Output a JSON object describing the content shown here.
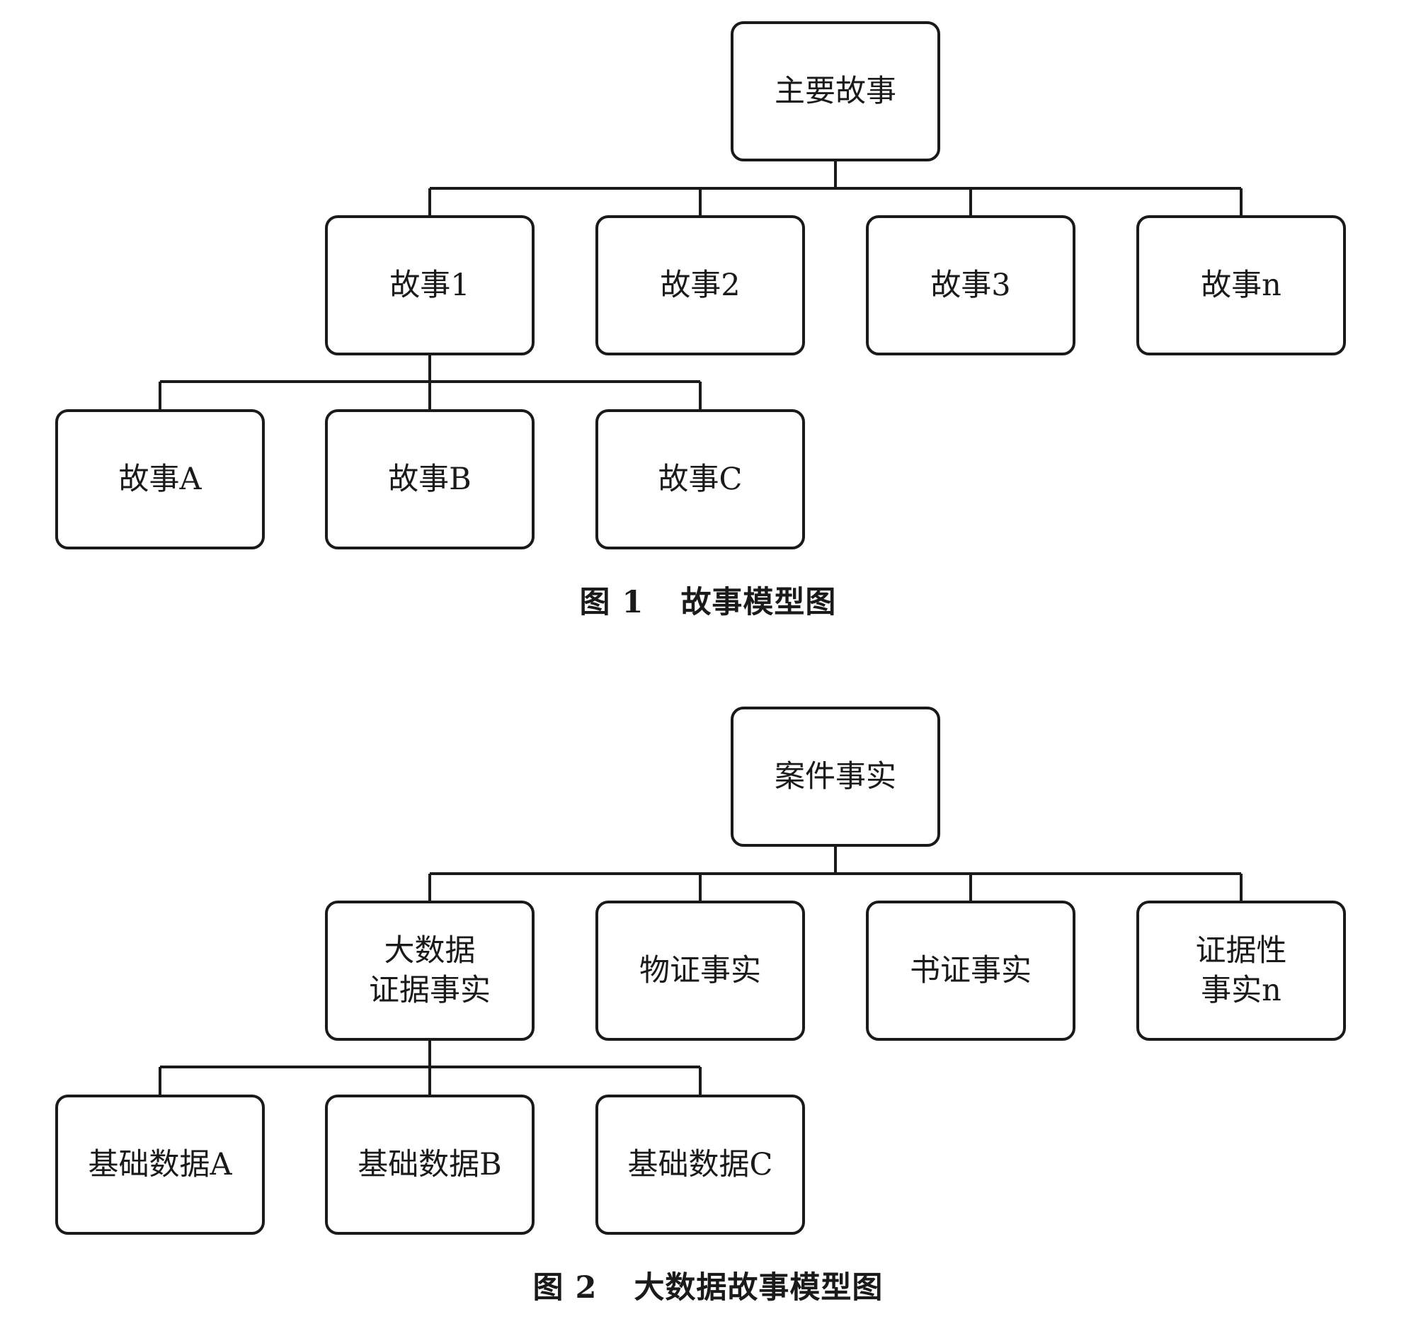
{
  "figure1": {
    "root": "主要故事",
    "level2": [
      "故事1",
      "故事2",
      "故事3",
      "故事n"
    ],
    "level3": [
      "故事A",
      "故事B",
      "故事C"
    ],
    "caption_number": "图 1",
    "caption_title": "故事模型图"
  },
  "figure2": {
    "root": "案件事实",
    "level2": [
      "大数据\n证据事实",
      "物证事实",
      "书证事实",
      "证据性\n事实n"
    ],
    "level3": [
      "基础数据A",
      "基础数据B",
      "基础数据C"
    ],
    "caption_number": "图 2",
    "caption_title": "大数据故事模型图"
  }
}
